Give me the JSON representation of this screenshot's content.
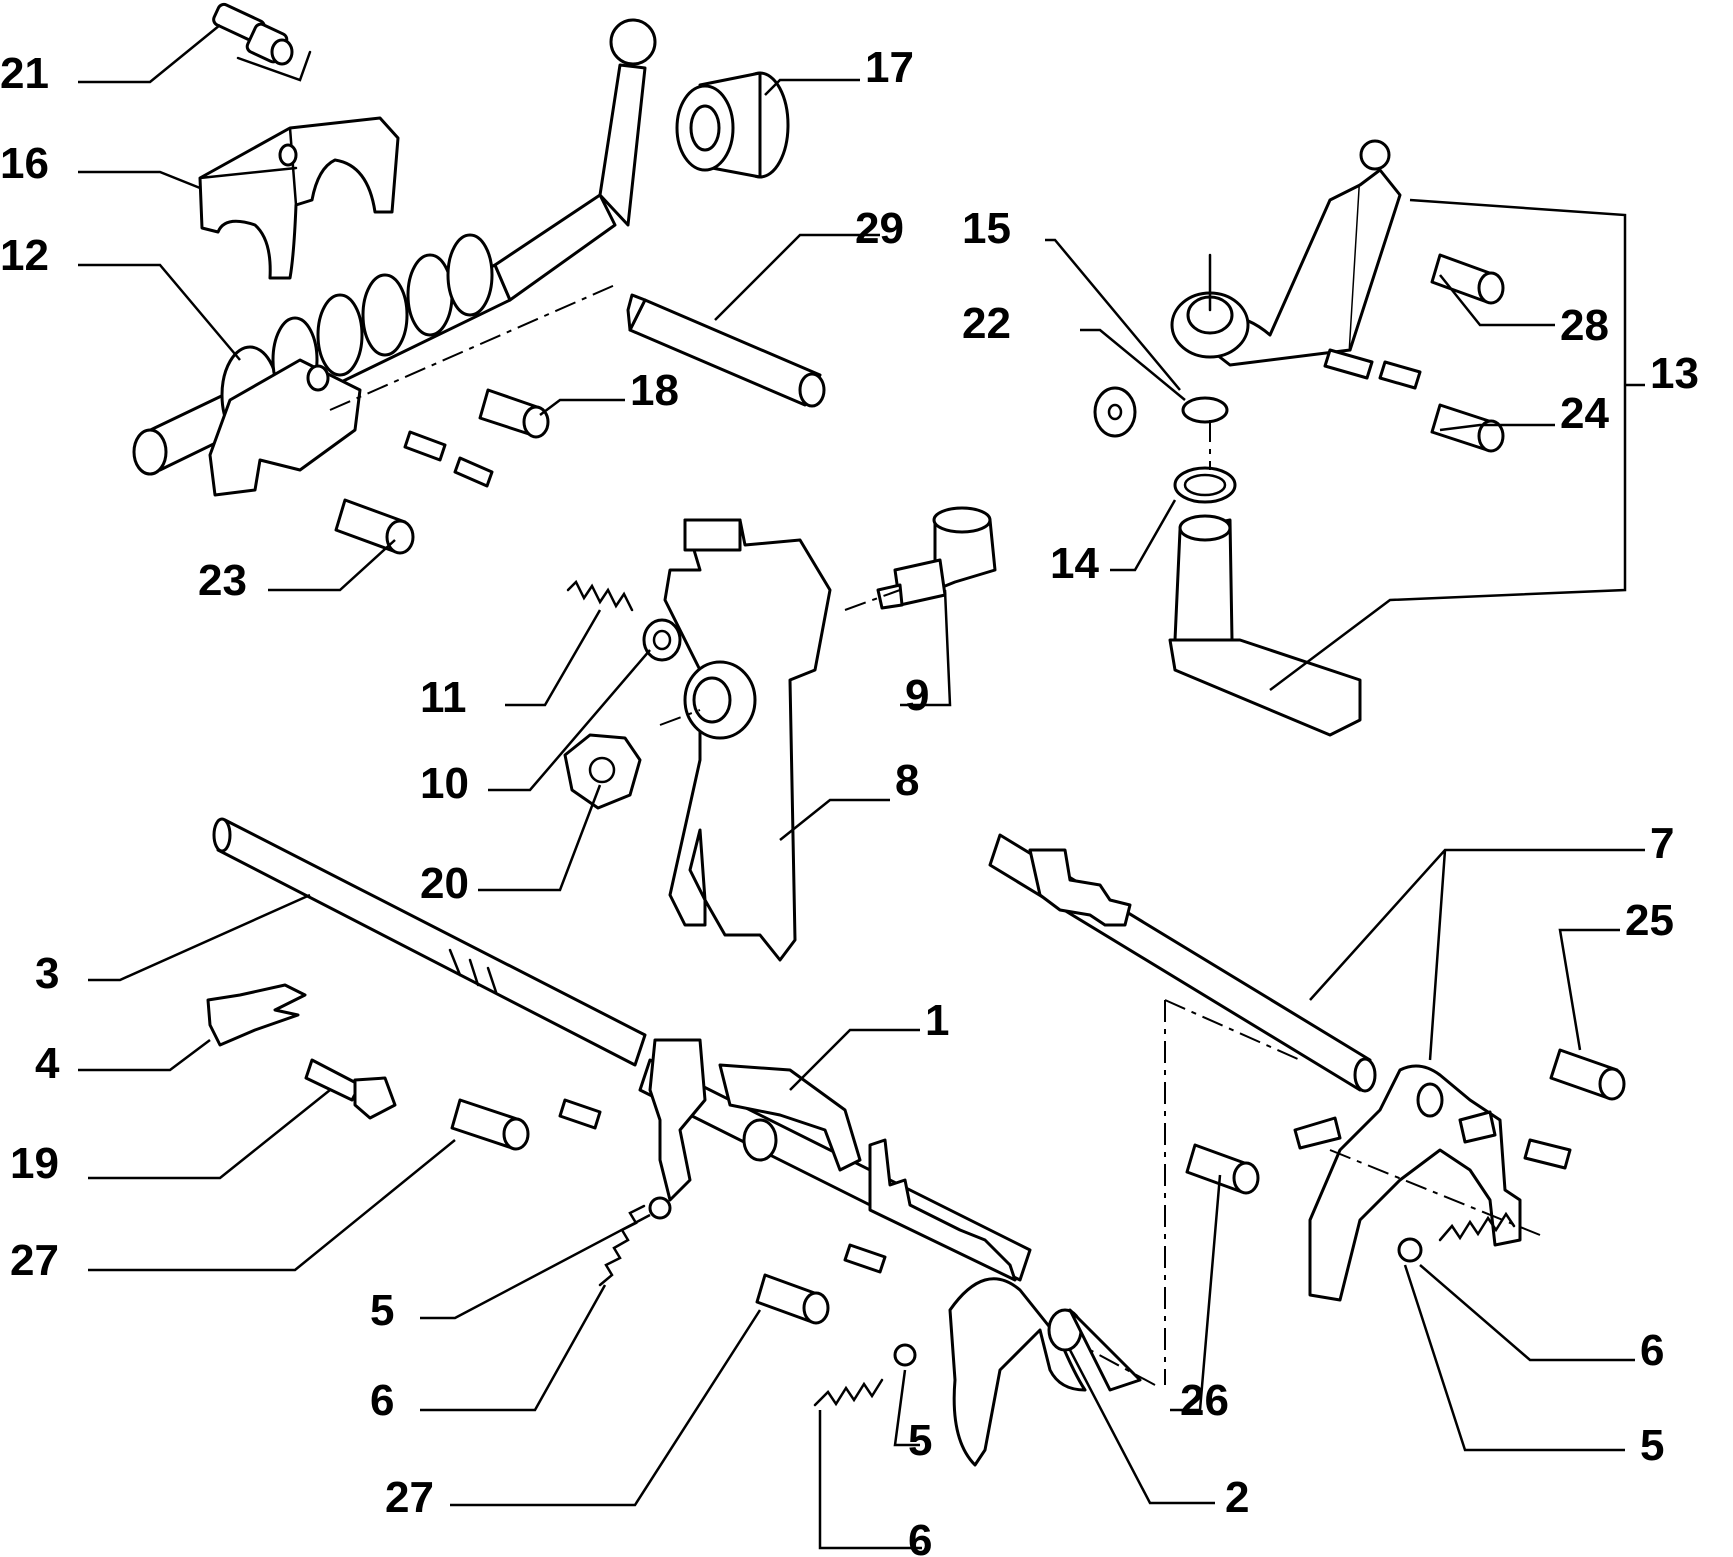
{
  "callouts": {
    "c1": "1",
    "c2": "2",
    "c3": "3",
    "c4": "4",
    "c5a": "5",
    "c5b": "5",
    "c5c": "5",
    "c6a": "6",
    "c6b": "6",
    "c6c": "6",
    "c7": "7",
    "c8": "8",
    "c9": "9",
    "c10": "10",
    "c11": "11",
    "c12": "12",
    "c13": "13",
    "c14": "14",
    "c15": "15",
    "c16": "16",
    "c17": "17",
    "c18": "18",
    "c19": "19",
    "c20": "20",
    "c21": "21",
    "c22": "22",
    "c23": "23",
    "c24": "24",
    "c25": "25",
    "c26": "26",
    "c27a": "27",
    "c27b": "27",
    "c28": "28",
    "c29": "29"
  },
  "colors": {
    "line": "#000000",
    "background": "#ffffff"
  }
}
